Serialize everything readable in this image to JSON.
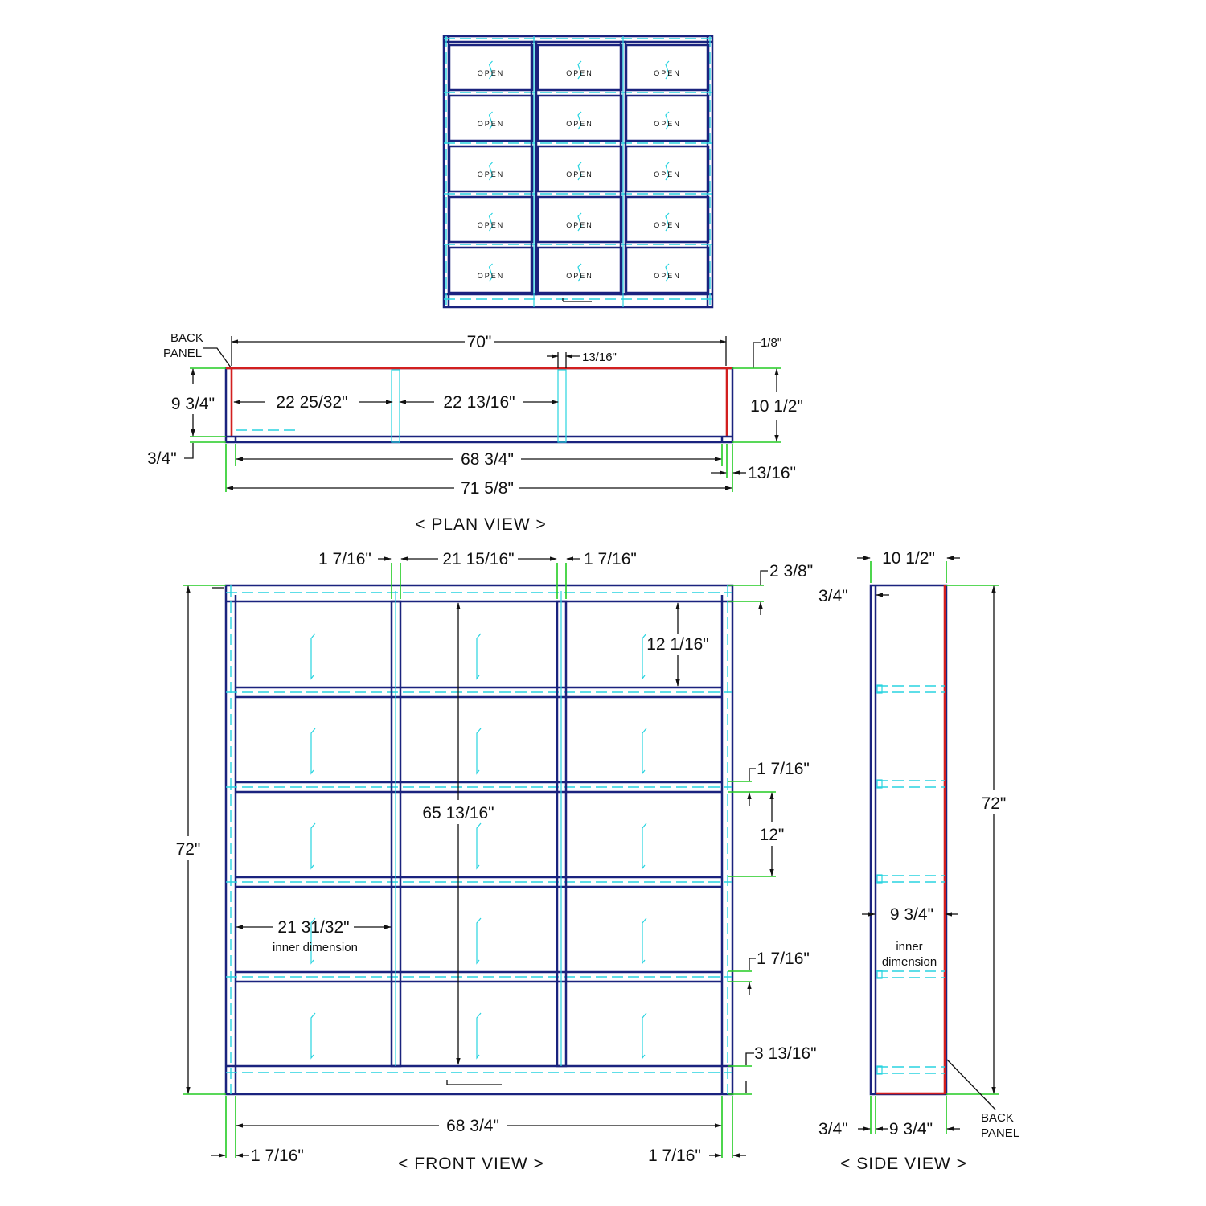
{
  "colors": {
    "panel_outline": "#1a237e",
    "hidden_lines": "#29d4e0",
    "extension_lines": "#22cc22",
    "back_panel": "#d21f1f",
    "dimension_text": "#111111"
  },
  "open_label": "OPEN",
  "plan_view": {
    "title": "< PLAN VIEW >",
    "back_panel_label": [
      "BACK",
      "PANEL"
    ],
    "dims": {
      "overall_top": "70\"",
      "divider": "13/16\"",
      "back_thickness": "1/8\"",
      "cell_left": "22 25/32\"",
      "cell_mid": "22 13/16\"",
      "depth_left": "9 3/4\"",
      "depth_right": "10 1/2\"",
      "front_thickness": "3/4\"",
      "inner_width": "68 3/4\"",
      "side_thickness": "13/16\"",
      "overall_width": "71 5/8\""
    }
  },
  "front_view": {
    "title": "< FRONT VIEW >",
    "inner_dimension_label": "inner dimension",
    "dims": {
      "side_left": "1 7/16\"",
      "cell_width_top": "21 15/16\"",
      "side_right": "1 7/16\"",
      "top_rail": "2 3/8\"",
      "cell_height": "12 1/16\"",
      "shelf_upper": "1 7/16\"",
      "opening_height": "65 13/16\"",
      "shelf_gap": "12\"",
      "overall_height": "72\"",
      "inner_width": "21 31/32\"",
      "shelf_lower": "1 7/16\"",
      "bottom_rail": "3 13/16\"",
      "overall_inner_width": "68 3/4\"",
      "bottom_left": "1 7/16\"",
      "bottom_right": "1 7/16\""
    }
  },
  "side_view": {
    "title": "< SIDE VIEW >",
    "back_panel_label": [
      "BACK",
      "PANEL"
    ],
    "inner_dimension_label": [
      "inner",
      "dimension"
    ],
    "dims": {
      "depth_top": "10 1/2\"",
      "front_thickness_top": "3/4\"",
      "overall_height": "72\"",
      "inner_depth": "9 3/4\"",
      "front_thickness_bottom": "3/4\"",
      "depth_bottom": "9 3/4\""
    }
  }
}
